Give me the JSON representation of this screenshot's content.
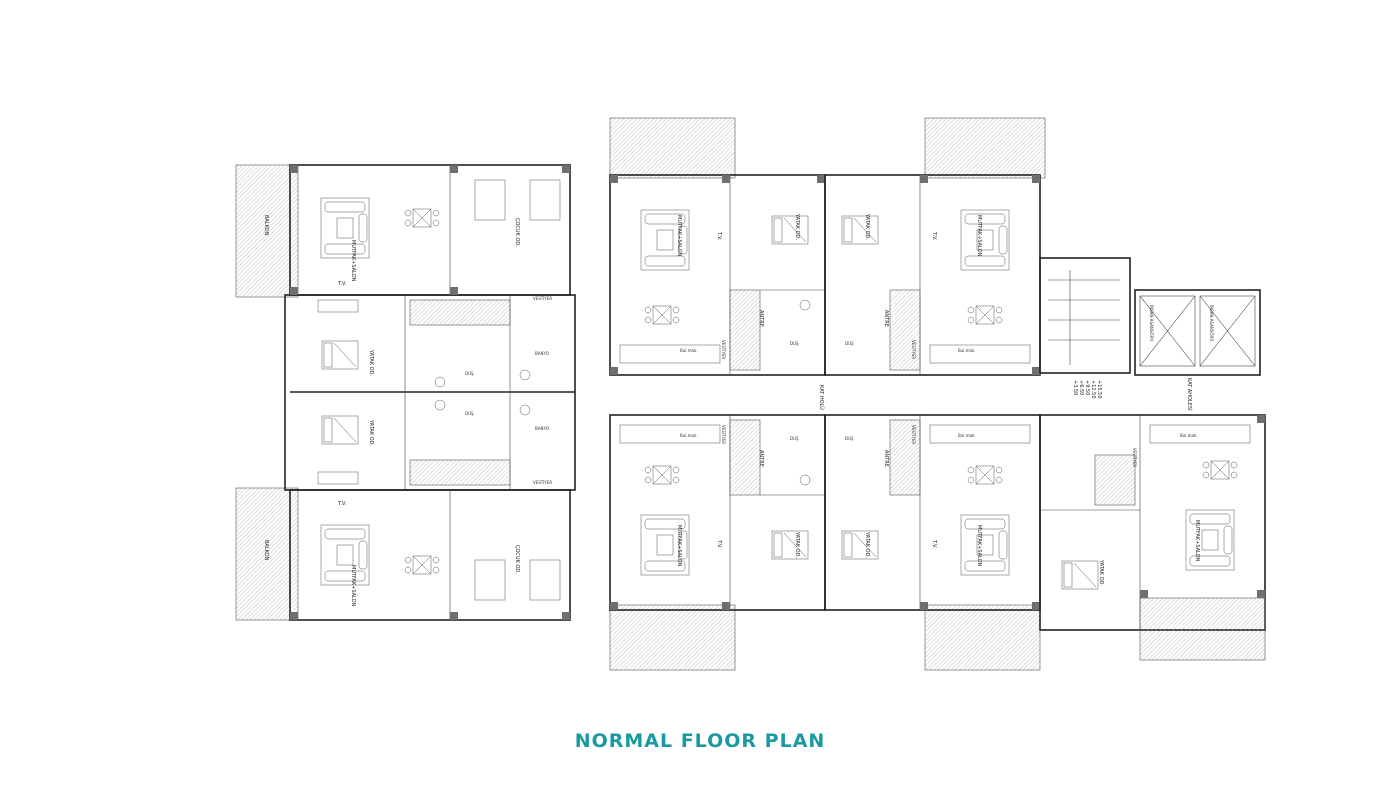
{
  "caption": "NORMAL FLOOR PLAN",
  "colors": {
    "caption": "#1a9aa0",
    "walls": "#222222",
    "columns": "#6f6f6f"
  },
  "room_labels": {
    "living": "MUTFAK+SALON",
    "bedroom": "YATAK OD.",
    "child": "ÇOCUK OD.",
    "balcony": "BALKON",
    "tv": "T.V.",
    "shower": "DUŞ",
    "bath": "BANYO",
    "entrance": "ANTRE",
    "cloakroom": "VESTİYER",
    "floor_hall": "KAT HOLÜ",
    "floor_landing": "KAT AHOLESİ",
    "elevator": "İNSAN ASANSÖRÜ",
    "dishwasher": "Bul.mak."
  },
  "levels": [
    "+15.50",
    "+12.50",
    "+9.50",
    "+6.50",
    "+3.50"
  ]
}
